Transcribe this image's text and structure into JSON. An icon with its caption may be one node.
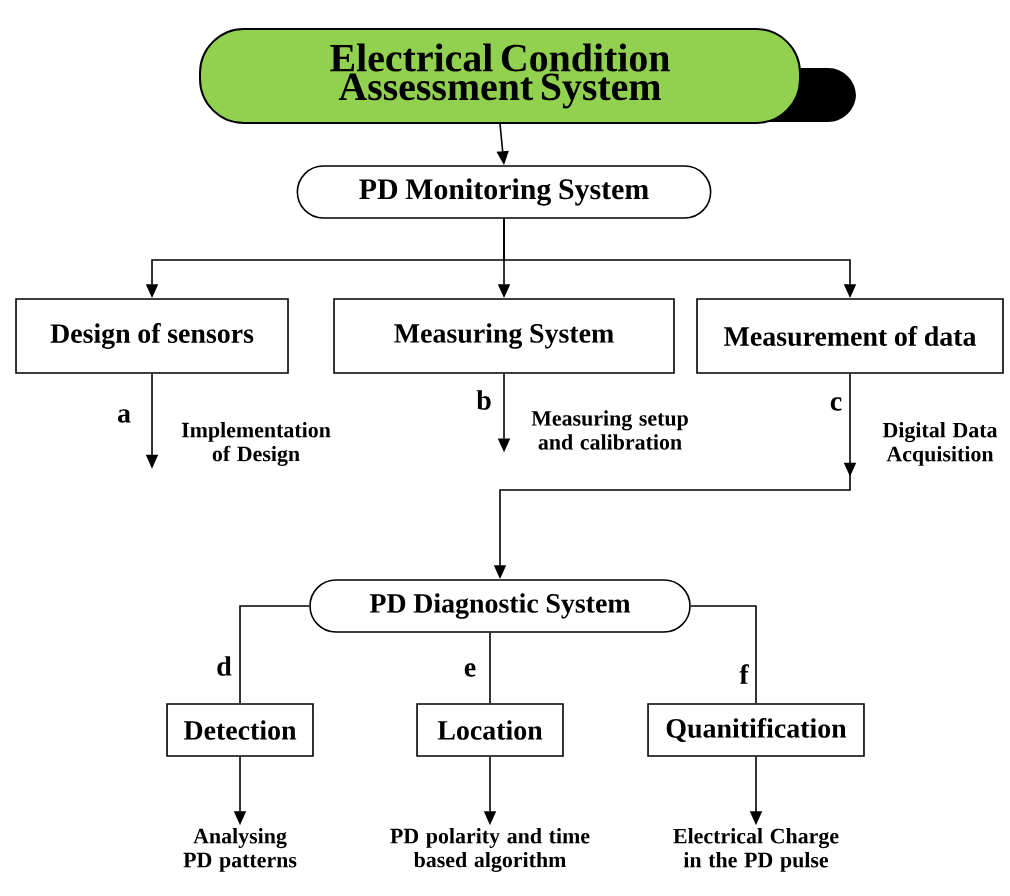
{
  "diagram": {
    "nodes": [
      {
        "text": [
          "Electrical Condition Assessment System"
        ]
      },
      {
        "text": [
          "PD Monitoring System"
        ]
      },
      {
        "text": [
          "Design of sensors"
        ]
      },
      {
        "text": [
          "Measuring System"
        ]
      },
      {
        "text": [
          "Measurement of data"
        ]
      },
      {
        "text": [
          "Implementation of Design"
        ]
      },
      {
        "text": [
          "Measuring setup and calibration"
        ]
      },
      {
        "text": [
          "Digital Data Acquisition"
        ]
      },
      {
        "text": [
          "PD Diagnostic System"
        ]
      },
      {
        "text": [
          "Detection"
        ]
      },
      {
        "text": [
          "Location"
        ]
      },
      {
        "text": [
          "Quanitification"
        ]
      },
      {
        "text": [
          "Analysing PD patterns"
        ]
      },
      {
        "text": [
          "PD polarity and time based algorithm"
        ]
      },
      {
        "text": [
          "Electrical Charge in the PD pulse"
        ]
      }
    ],
    "edges": [
      {
        "from": 0,
        "to": 1,
        "arrow": "to"
      },
      {
        "from": 1,
        "to": 2,
        "arrow": "to"
      },
      {
        "from": 1,
        "to": 3,
        "arrow": "to"
      },
      {
        "from": 1,
        "to": 4,
        "arrow": "to"
      },
      {
        "from": 2,
        "to": 5,
        "arrow": "to",
        "label": "a"
      },
      {
        "from": 3,
        "to": 6,
        "arrow": "to",
        "label": "b"
      },
      {
        "from": 4,
        "to": 7,
        "arrow": "to",
        "label": "c"
      },
      {
        "from": 7,
        "to": 8,
        "arrow": "to"
      },
      {
        "from": 8,
        "to": 9,
        "arrow": "none",
        "label": "d"
      },
      {
        "from": 8,
        "to": 10,
        "arrow": "none",
        "label": "e"
      },
      {
        "from": 8,
        "to": 11,
        "arrow": "none",
        "label": "f"
      },
      {
        "from": 9,
        "to": 12,
        "arrow": "to"
      },
      {
        "from": 10,
        "to": 13,
        "arrow": "to"
      },
      {
        "from": 11,
        "to": 14,
        "arrow": "to"
      }
    ]
  }
}
